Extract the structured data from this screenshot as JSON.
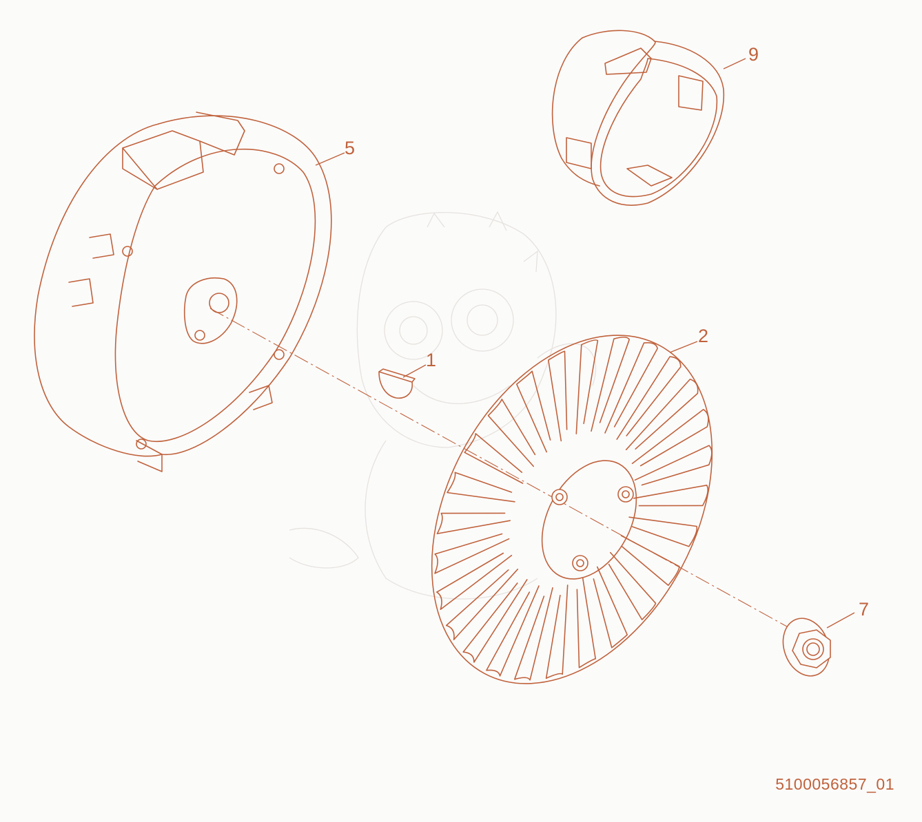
{
  "callouts": {
    "part_1": "1",
    "part_2": "2",
    "part_5": "5",
    "part_7": "7",
    "part_9": "9"
  },
  "drawing_number": "5100056857_01",
  "colors": {
    "line": "#c0623c",
    "background": "#fbfbfa",
    "watermark": "#e6e2de"
  }
}
